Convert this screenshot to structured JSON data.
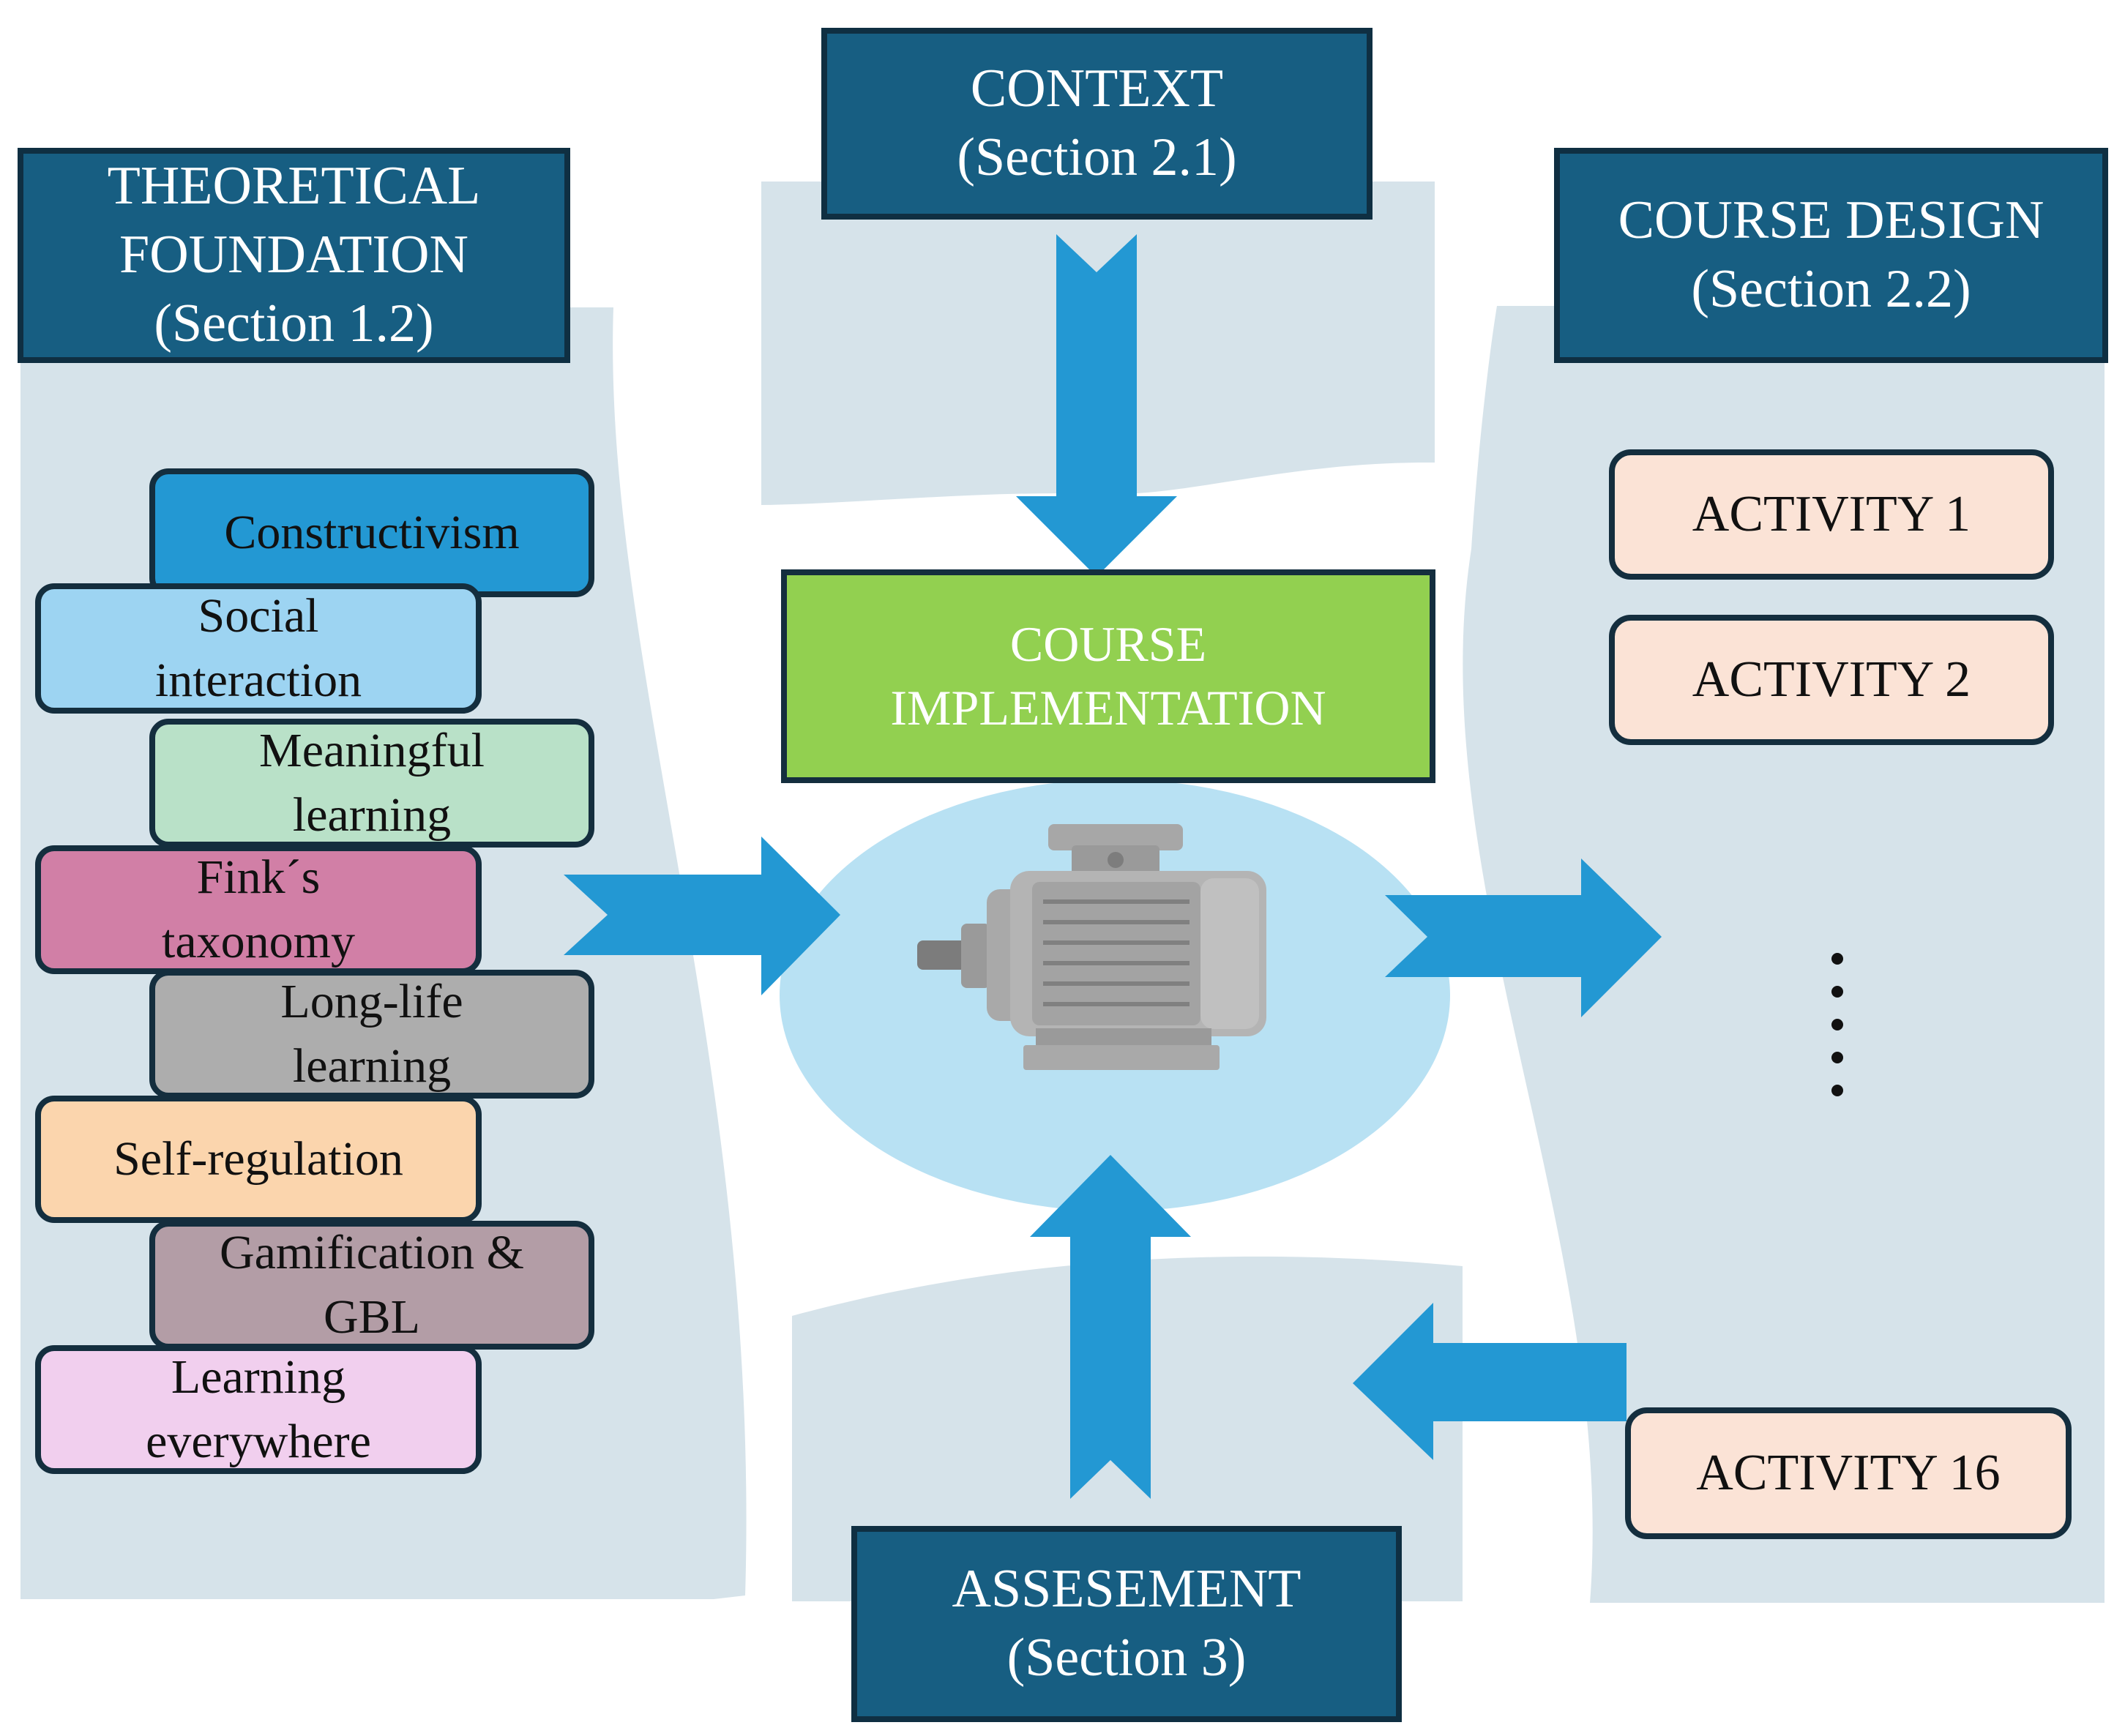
{
  "headers": {
    "context": {
      "title": "CONTEXT",
      "section": "(Section 2.1)"
    },
    "theoretical": {
      "title": "THEORETICAL\nFOUNDATION",
      "section": "(Section 1.2)"
    },
    "course_design": {
      "title": "COURSE DESIGN",
      "section": "(Section 2.2)"
    },
    "assessment": {
      "title": "ASSESEMENT",
      "section": "(Section 3)"
    }
  },
  "implementation": {
    "label": "COURSE\nIMPLEMENTATION"
  },
  "concepts": [
    {
      "label": "Constructivism",
      "color": "#2398d3"
    },
    {
      "label": "Social\ninteraction",
      "color": "#9dd4f2"
    },
    {
      "label": "Meaningful\nlearning",
      "color": "#b9e1c8"
    },
    {
      "label": "Fink´s\ntaxonomy",
      "color": "#d17fa6"
    },
    {
      "label": "Long-life\nlearning",
      "color": "#adadad"
    },
    {
      "label": "Self-regulation",
      "color": "#fbd5ad"
    },
    {
      "label": "Gamification &\nGBL",
      "color": "#b39da6"
    },
    {
      "label": "Learning\neverywhere",
      "color": "#f1cfee"
    }
  ],
  "activities": [
    "ACTIVITY 1",
    "ACTIVITY 2",
    "ACTIVITY 16"
  ],
  "colors": {
    "header_fill": "#175e82",
    "panel": "#d6e3ea",
    "arrow": "#2398d3",
    "ellipse": "#b8e1f3",
    "implementation": "#92d050",
    "activity_fill": "#fbe3d6",
    "motor": "#9b9b9b"
  },
  "icons": {
    "center": "electric-motor-icon",
    "continuation": "vertical-dots-icon"
  }
}
